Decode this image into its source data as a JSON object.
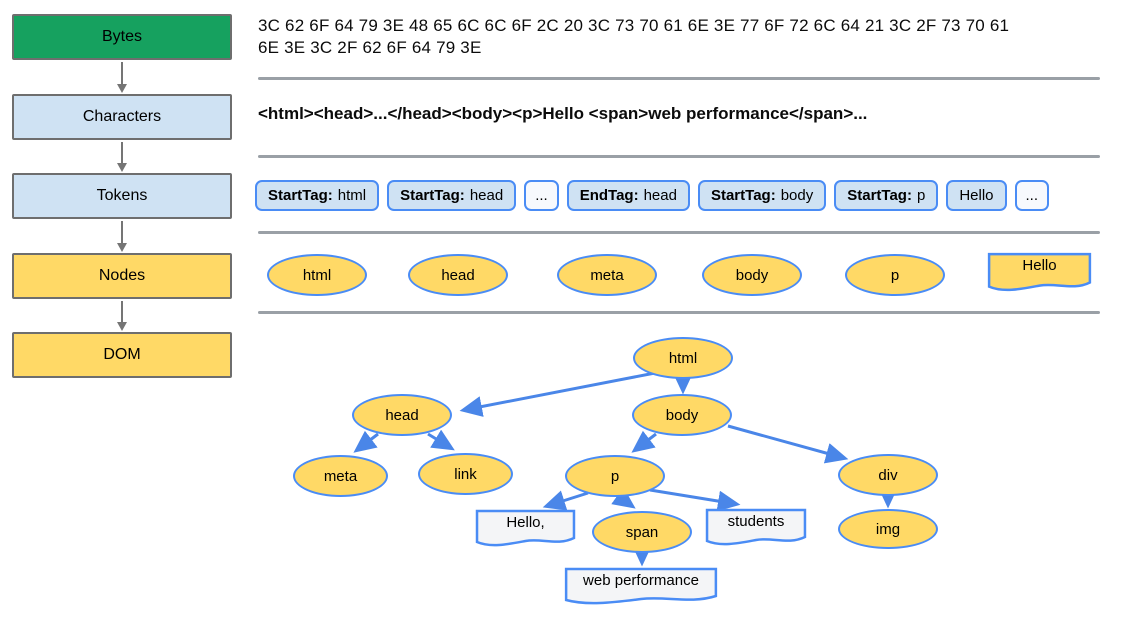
{
  "pipeline": {
    "stages": [
      {
        "label": "Bytes"
      },
      {
        "label": "Characters"
      },
      {
        "label": "Tokens"
      },
      {
        "label": "Nodes"
      },
      {
        "label": "DOM"
      }
    ]
  },
  "bytes_section": {
    "line1": "3C 62 6F 64 79 3E 48 65 6C 6C 6F 2C 20 3C 73 70 61 6E 3E 77 6F 72 6C 64 21 3C 2F 73 70 61",
    "line2": "6E 3E 3C 2F 62 6F 64 79 3E"
  },
  "characters_section": {
    "text": "<html><head>...</head><body><p>Hello <span>web performance</span>..."
  },
  "tokens_section": {
    "items": [
      {
        "label": "StartTag:",
        "value": "html"
      },
      {
        "label": "StartTag:",
        "value": "head"
      },
      {
        "label": "",
        "value": "..."
      },
      {
        "label": "EndTag:",
        "value": "head"
      },
      {
        "label": "StartTag:",
        "value": "body"
      },
      {
        "label": "StartTag:",
        "value": "p"
      },
      {
        "label": "",
        "value": "Hello"
      },
      {
        "label": "",
        "value": "..."
      }
    ]
  },
  "nodes_section": {
    "elements": [
      "html",
      "head",
      "meta",
      "body",
      "p"
    ],
    "text_node": "Hello"
  },
  "dom_section": {
    "html": "html",
    "head": "head",
    "body": "body",
    "meta": "meta",
    "link": "link",
    "p": "p",
    "div": "div",
    "img": "img",
    "span": "span",
    "text_hello": "Hello,",
    "text_students": "students",
    "text_webperf": "web performance"
  },
  "colors": {
    "stage_bytes_fill": "#16a15f",
    "stage_characters_fill": "#cfe2f3",
    "stage_nodes_fill": "#ffd966",
    "node_border": "#4a8cf5",
    "tree_arrow": "#4a86e8",
    "flow_arrow": "#757575",
    "divider": "#9aa0a6",
    "text_node_fill": "#f4f5f7"
  }
}
